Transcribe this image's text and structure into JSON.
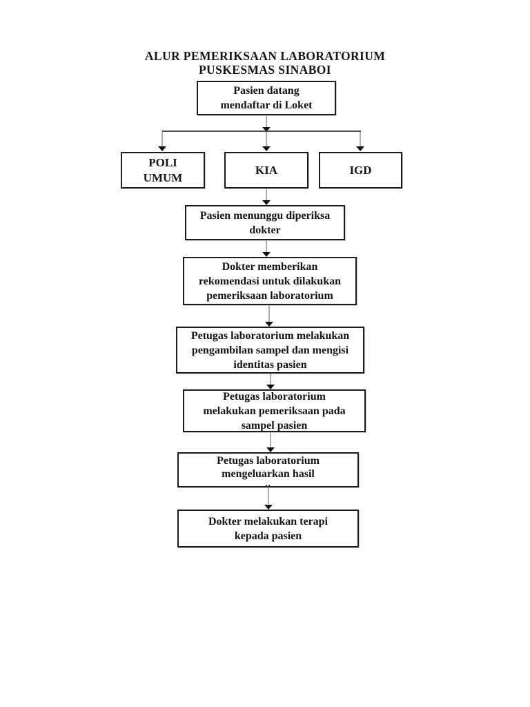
{
  "document": {
    "title_line1": "ALUR PEMERIKSAAN LABORATORIUM",
    "title_line2": "PUSKESMAS SINABOI"
  },
  "flowchart": {
    "nodes": {
      "start": {
        "lines": [
          "Pasien datang",
          "mendaftar di Loket"
        ]
      },
      "poli_umum": {
        "lines": [
          "POLI",
          "UMUM"
        ]
      },
      "kia": {
        "lines": [
          "KIA"
        ]
      },
      "igd": {
        "lines": [
          "IGD"
        ]
      },
      "menunggu": {
        "lines": [
          "Pasien menunggu diperiksa",
          "dokter"
        ]
      },
      "rekomendasi": {
        "lines": [
          "Dokter memberikan",
          "rekomendasi untuk dilakukan",
          "pemeriksaan laboratorium"
        ]
      },
      "pengambilan_sampel": {
        "lines": [
          "Petugas laboratorium melakukan",
          "pengambilan sampel dan mengisi",
          "identitas pasien"
        ]
      },
      "pemeriksaan_sampel": {
        "lines": [
          "Petugas laboratorium",
          "melakukan pemeriksaan pada",
          "sampel pasien"
        ]
      },
      "hasil": {
        "lines": [
          "Petugas laboratorium",
          "mengeluarkan hasil",
          ".."
        ]
      },
      "terapi": {
        "lines": [
          "Dokter melakukan terapi",
          "kepada pasien"
        ]
      }
    },
    "colors": {
      "box_border": "#1b1b1b",
      "text": "#151515",
      "connector_line": "#adadad",
      "branch_line": "#4f4f4f",
      "arrowhead": "#111111",
      "page_background": "#ffffff"
    }
  }
}
